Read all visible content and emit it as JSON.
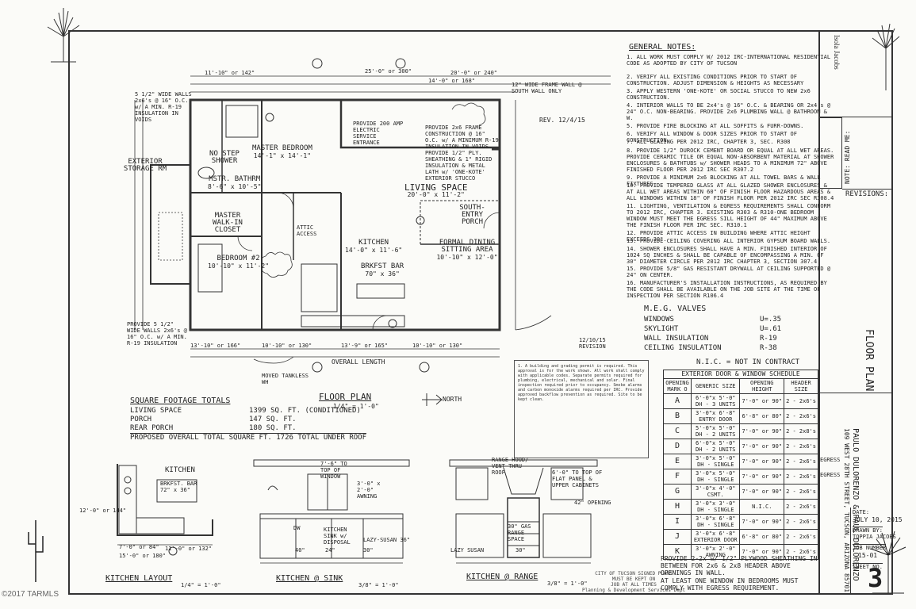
{
  "general_notes": {
    "title": "GENERAL NOTES:",
    "items": [
      "1. ALL WORK MUST COMPLY W/ 2012 IRC-INTERNATIONAL RESIDENTIAL CODE AS ADOPTED BY CITY OF TUCSON",
      "2. VERIFY ALL EXISTING CONDITIONS PRIOR TO START OF CONSTRUCTION. ADJUST DIMENSION & HEIGHTS AS NECESSARY",
      "3. APPLY WESTERN 'ONE-KOTE' OR SOCIAL STUCCO TO NEW 2x6 CONSTRUCTION.",
      "4. INTERIOR WALLS TO BE 2x4's @ 16\" O.C. & BEARING OR 2x4's @ 24\" O.C. NON-BEARING. PROVIDE 2x6 PLUMBING WALL @ BATHROOM & W.",
      "5. PROVIDE FIRE BLOCKING AT ALL SOFFITS & FURR-DOWNS.",
      "6. VERIFY ALL WINDOW & DOOR SIZES PRIOR TO START OF CONSTRUCTION.",
      "7. ALL GLAZING PER 2012 IRC, CHAPTER 3, SEC. R308",
      "8. PROVIDE 1/2\" DUROCK CEMENT BOARD OR EQUAL AT ALL WET AREAS. PROVIDE CERAMIC TILE OR EQUAL NON-ABSORBENT MATERIAL AT SHOWER ENCLOSURES & BATHTUBS w/ SHOWER HEADS TO A MINIMUM 72\" ABOVE FINISHED FLOOR PER 2012 IRC SEC R307.2",
      "9. PROVIDE A MINIMUM 2x6 BLOCKING AT ALL TOWEL BARS & WALL FIXTURES.",
      "10. PROVIDE TEMPERED GLASS AT ALL GLAZED SHOWER ENCLOSURES & AT ALL WET AREAS WITHIN 60\" OF FINISH FLOOR HAZARDOUS AREAS & ALL WINDOWS WITHIN 18\" OF FINISH FLOOR PER 2012 IRC SEC R308.4",
      "11. LIGHTING, VENTILATION & EGRESS REQUIREMENTS SHALL CONFORM TO 2012 IRC, CHAPTER 3. EXISTING R303 & R310-ONE BEDROOM WINDOW MUST MEET THE EGRESS SILL HEIGHT OF 44\" MAXIMUM ABOVE THE FINISH FLOOR PER IRC SEC. R310.1",
      "12. PROVIDE ATTIC ACCESS IN BUILDING WHERE ATTIC HEIGHT EXCEEDS 30\".",
      "13. PROVIDE CEILING COVERING ALL INTERIOR GYPSUM BOARD WALLS.",
      "14. SHOWER ENCLOSURES SHALL HAVE A MIN. FINISHED INTERIOR OF 1024 SQ INCHES & SHALL BE CAPABLE OF ENCOMPASSING A MIN. OF 30\" DIAMETER CIRCLE PER 2012 IRC CHAPTER 3, SECTION 307.4",
      "15. PROVIDE 5/8\" GAS RESISTANT DRYWALL AT CEILING SUPPORTED @ 24\" ON CENTER.",
      "16. MANUFACTURER'S INSTALLATION INSTRUCTIONS, AS REQUIRED BY THE CODE SHALL BE AVAILABLE ON THE JOB SITE AT THE TIME OF INSPECTION PER SECTION R106.4"
    ]
  },
  "meg_values": {
    "title": "M.E.G. VALVES",
    "rows": [
      {
        "label": "WINDOWS",
        "value": "U=.35"
      },
      {
        "label": "SKYLIGHT",
        "value": "U=.61"
      },
      {
        "label": "WALL INSULATION",
        "value": "R-19"
      },
      {
        "label": "CEILING INSULATION",
        "value": "R-38"
      }
    ],
    "note": "N.I.C. = NOT IN CONTRACT"
  },
  "schedule": {
    "title": "EXTERIOR DOOR & WINDOW SCHEDULE",
    "headers": [
      "OPENING MARK O",
      "GENERIC SIZE",
      "OPENING HEIGHT",
      "HEADER SIZE"
    ],
    "rows": [
      {
        "mark": "A",
        "size": "6'-0\"x 5'-0\" DH - 3 UNITS",
        "height": "7'-0\" or 90\"",
        "header": "2 - 2x6's",
        "note": ""
      },
      {
        "mark": "B",
        "size": "3'-0\"x 6'-8\" ENTRY DOOR",
        "height": "6'-8\" or 80\"",
        "header": "2 - 2x6's",
        "note": ""
      },
      {
        "mark": "C",
        "size": "5'-0\"x 5'-0\" DH - 2 UNITS",
        "height": "7'-0\" or 90\"",
        "header": "2 - 2x8's",
        "note": ""
      },
      {
        "mark": "D",
        "size": "6'-0\"x 5'-0\" DH - 2 UNITS",
        "height": "7'-0\" or 90\"",
        "header": "2 - 2x6's",
        "note": ""
      },
      {
        "mark": "E",
        "size": "3'-0\"x 5'-0\" DH - SINGLE",
        "height": "7'-0\" or 90\"",
        "header": "2 - 2x6's",
        "note": "EGRESS"
      },
      {
        "mark": "F",
        "size": "3'-0\"x 5'-0\" DH - SINGLE",
        "height": "7'-0\" or 90\"",
        "header": "2 - 2x6's",
        "note": "EGRESS"
      },
      {
        "mark": "G",
        "size": "3'-0\"x 4'-0\" CSMT.",
        "height": "7'-0\" or 90\"",
        "header": "2 - 2x6's",
        "note": ""
      },
      {
        "mark": "H",
        "size": "3'-0\"x 3'-0\" DH - SINGLE",
        "height": "N.I.C.",
        "header": "2 - 2x6's",
        "note": ""
      },
      {
        "mark": "I",
        "size": "3'-0\"x 6'-8\" DH - SINGLE",
        "height": "7'-0\" or 90\"",
        "header": "2 - 2x6's",
        "note": ""
      },
      {
        "mark": "J",
        "size": "3'-0\"x 6'-8\" EXTERIOR DOOR",
        "height": "6'-8\" or 80\"",
        "header": "2 - 2x6's",
        "note": ""
      },
      {
        "mark": "K",
        "size": "3'-0\"x 2'-0\" AWNING",
        "height": "7'-0\" or 90\"",
        "header": "2 - 2x6's",
        "note": ""
      }
    ],
    "footnote1": "PROVIDE 2-2x w/ 1/2\" PLYWOOD SHEATHING IN BETWEEN FOR 2x6 & 2x8 HEADER ABOVE OPENINGS IN WALL.",
    "footnote2": "AT LEAST ONE WINDOW IN BEDROOMS MUST COMPLY WITH EGRESS REQUIREMENT."
  },
  "title_block": {
    "sheet_title": "FLOOR PLAN",
    "revisions_label": "REVISIONS:",
    "note_read_me": "NOTE: READ ME:",
    "client": "PAULO DULORENZO & PAUL DULORENZO",
    "address": "109 WEST 28TH STREET, TUCSON, ARIZONA 85701",
    "date_label": "DATE:",
    "date_value": "JULY 10, 2015",
    "drawn_by_label": "DRAWN BY:",
    "drawn_by_value": "TOPPIA JACOBS",
    "job_label": "JOB NUMBER",
    "job_value": "15-01",
    "sheet_no_label": "SHEET NO.",
    "sheet_no_value": "3",
    "designer": "Isola Jacobs"
  },
  "floor_plan": {
    "title": "FLOOR PLAN",
    "scale": "1/4\" = 1'-0\"",
    "north": "NORTH",
    "overall_length": "OVERALL LENGTH",
    "rooms": {
      "master_bedroom": {
        "name": "MASTER BEDROOM",
        "size": "14'-1\" x 14'-1\""
      },
      "living_space": {
        "name": "LIVING SPACE",
        "size": "20'-0\" x 11'-2\""
      },
      "mstr_bath": {
        "name": "MSTR. BATHRM",
        "size": "8'-6\" x 10'-5\""
      },
      "master_closet": {
        "name": "MASTER WALK-IN CLOSET",
        "size": ""
      },
      "bedroom2": {
        "name": "BEDROOM #2",
        "size": "10'-10\" x 11'-2\""
      },
      "kitchen": {
        "name": "KITCHEN",
        "size": "14'-0\" x 11'-6\""
      },
      "dining": {
        "name": "FORMAL DINING SITTING AREA",
        "size": "10'-10\" x 12'-0\""
      },
      "south_entry": {
        "name": "SOUTH-ENTRY PORCH",
        "size": ""
      },
      "brkfst_bar": {
        "name": "BRKFST BAR",
        "size": "70\" x 36\""
      },
      "exterior_storage": {
        "name": "EXTERIOR STORAGE RM",
        "size": ""
      },
      "no_step_shower": {
        "name": "NO STEP SHOWER",
        "size": ""
      }
    },
    "dims_top": [
      "11'-10\" or 142\"",
      "25'-0\" or 300\"",
      "14'-0\" or 168\"",
      "20'-0\" or 240\""
    ],
    "dims_bottom": [
      "13'-10\" or 166\"",
      "10'-10\" or 130\"",
      "13'-9\" or 165\"",
      "10'-10\" or 130\""
    ],
    "callouts": {
      "left1": "5 1/2\" WIDE WALLS 2x6's @ 16\" O.C. w/ A MIN. R-19 INSULATION IN VOIDS",
      "left2": "PROVIDE 5 1/2\" WIDE WALLS 2x6's @ 16\" O.C. w/ A MIN. R-19 INSULATION",
      "electric": "PROVIDE 200 AMP ELECTRIC SERVICE ENTRANCE",
      "frame": "PROVIDE 2x6 FRAME CONSTRUCTION @ 16\" O.C. w/ A MINIMUM R-19 INSULATION IN VOIDS. PROVIDE 1/2\" PLY. SHEATHING & 1\" RIGID INSULATION & METAL LATH w/ 'ONE-KOTE' EXTERIOR STUCCO",
      "frame_wall": "12\" WIDE FRAME WALL @ SOUTH WALL ONLY",
      "revision1": "REV. 12/4/15",
      "revision2": "12/10/15 REVISION",
      "tankless": "MOVED TANKLESS WH",
      "attic": "ATTIC ACCESS"
    }
  },
  "square_footage": {
    "title": "SQUARE FOOTAGE TOTALS",
    "rows": [
      {
        "label": "LIVING SPACE",
        "value": "1399 SQ. FT. (CONDITIONED)"
      },
      {
        "label": "PORCH",
        "value": "147 SQ. FT."
      },
      {
        "label": "REAR PORCH",
        "value": "180 SQ. FT."
      }
    ],
    "total": "PROPOSED OVERALL TOTAL SQUARE FT.   1726 TOTAL UNDER ROOF"
  },
  "kitchen_details": {
    "layout_title": "KITCHEN LAYOUT",
    "layout_scale": "1/4\" = 1'-0\"",
    "sink_title": "KITCHEN @ SINK",
    "sink_scale": "3/8\" = 1'-0\"",
    "range_title": "KITCHEN @ RANGE",
    "range_scale": "3/8\" = 1'-0\"",
    "layout_labels": [
      "KITCHEN",
      "BRKFST. BAR 72\" x 36\"",
      "7'-0\" or 84\"",
      "11'-0\" or 132\"",
      "15'-0\" or 180\"",
      "12'-0\" or 144\""
    ],
    "sink_labels": [
      "7'-6\" TO TOP OF WINDOW",
      "3'-0\" x 2'-0\" AWNING",
      "KITCHEN SINK w/ DISPOSAL",
      "LAZY-SUSAN 36\"",
      "40\"",
      "24\"",
      "30\"",
      "DW"
    ],
    "range_labels": [
      "RANGE HOOD/ VENT THRU ROOF",
      "6'-0\" TO TOP OF FLAT PANEL & UPPER CABINETS",
      "30\" GAS RANGE SPACE",
      "42\" OPENING",
      "LAZY SUSAN",
      "30\""
    ]
  },
  "stamp": {
    "line1": "CITY OF TUCSON SIGNED PLANS",
    "line2": "MUST BE KEPT ON",
    "line3": "JOB AT ALL TIMES",
    "line4": "Planning & Development Services Dept"
  },
  "watermark": "©2017 TARMLS"
}
